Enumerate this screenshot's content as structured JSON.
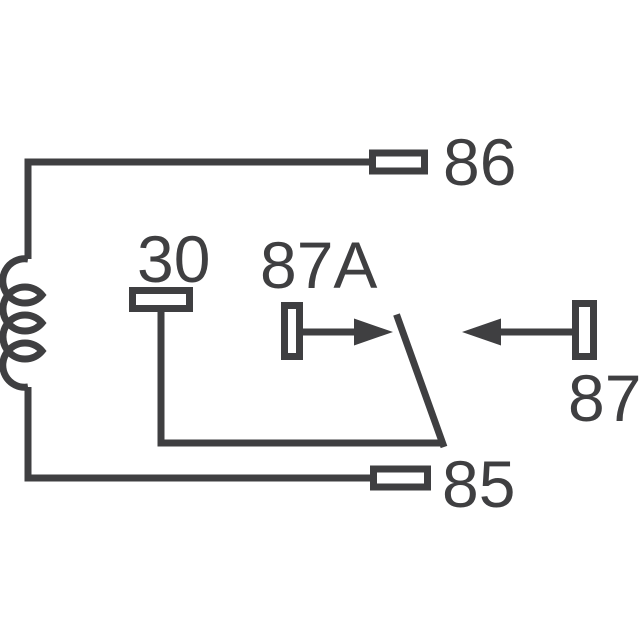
{
  "schematic": {
    "kind": "relay-coil-and-contacts",
    "colors": {
      "line": "#3F3F41",
      "background": "#ffffff"
    },
    "pins": {
      "coil_top": "86",
      "coil_bottom": "85",
      "common": "30",
      "normally_closed": "87A",
      "normally_open": "87"
    }
  }
}
